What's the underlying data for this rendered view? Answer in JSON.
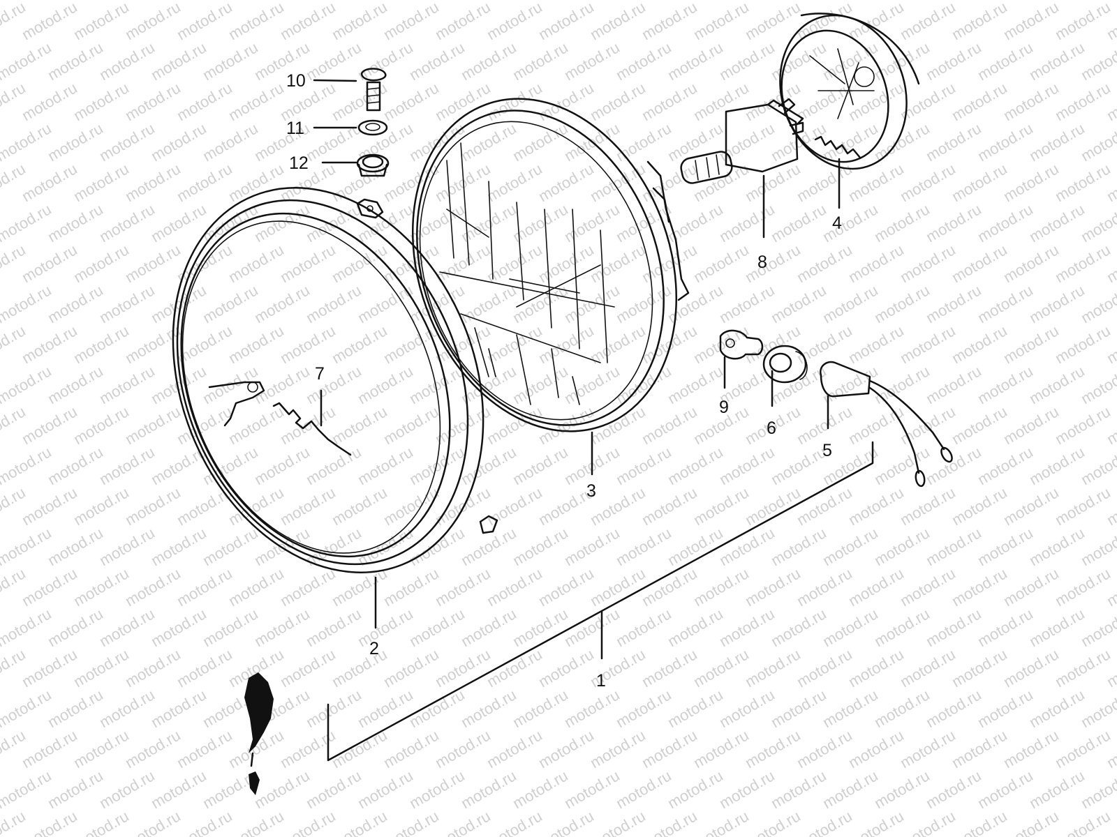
{
  "watermark": {
    "text": "motod.ru"
  },
  "callouts": [
    {
      "id": "1",
      "label": "1"
    },
    {
      "id": "2",
      "label": "2"
    },
    {
      "id": "3",
      "label": "3"
    },
    {
      "id": "4",
      "label": "4"
    },
    {
      "id": "5",
      "label": "5"
    },
    {
      "id": "6",
      "label": "6"
    },
    {
      "id": "7",
      "label": "7"
    },
    {
      "id": "8",
      "label": "8"
    },
    {
      "id": "9",
      "label": "9"
    },
    {
      "id": "10",
      "label": "10"
    },
    {
      "id": "11",
      "label": "11"
    },
    {
      "id": "12",
      "label": "12"
    }
  ],
  "colors": {
    "ink": "#111111",
    "watermark": "#d0d0d0",
    "background": "#ffffff"
  }
}
